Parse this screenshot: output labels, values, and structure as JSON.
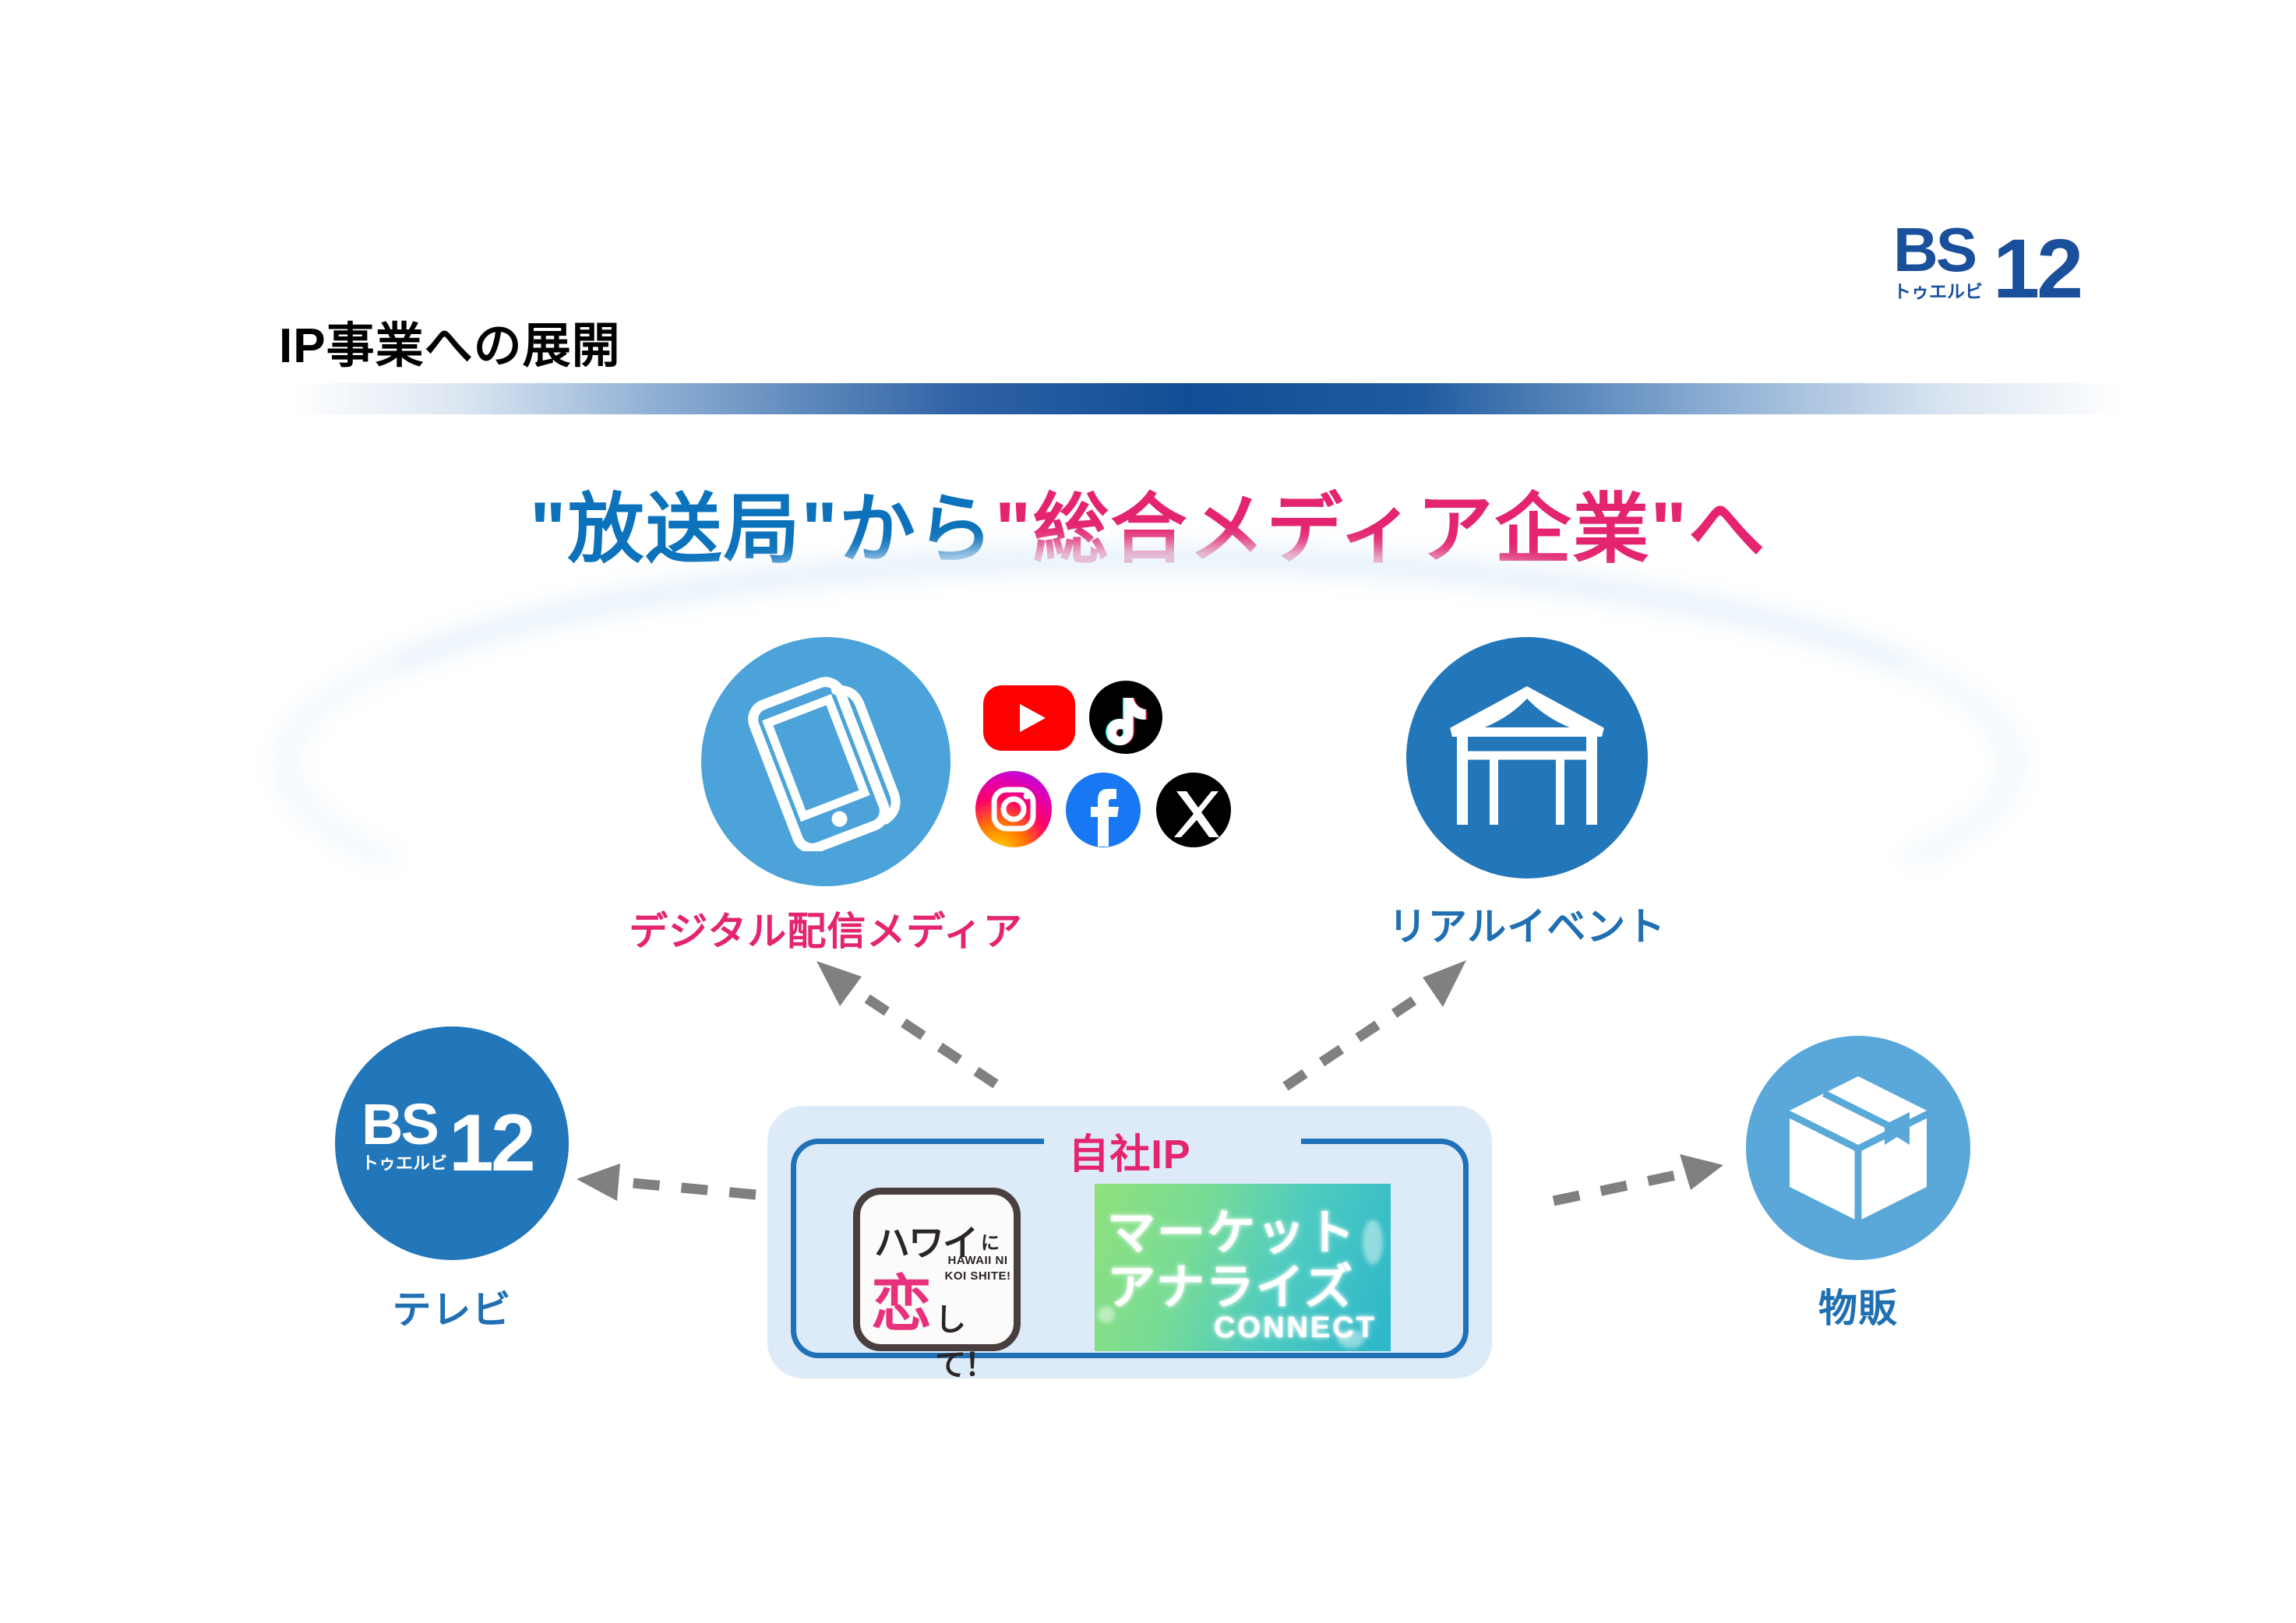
{
  "brand": {
    "logo_main": "BS",
    "logo_number": "12",
    "logo_sub": "トゥエルビ",
    "logo_color": "#1a4f9c"
  },
  "header": {
    "title": "IP事業への展開",
    "title_color": "#000000",
    "rule_color": "#114d96"
  },
  "headline": {
    "part_blue": "\"放送局\"から",
    "part_pink": "\"総合メディア企業\"へ",
    "blue": "#0b72bb",
    "pink": "#e4246f"
  },
  "nodes": {
    "digital": {
      "label": "デジタル配信メディア",
      "label_color": "#e4246f",
      "circle_color": "#4ba3d9",
      "icon": "smartphone-icon"
    },
    "event": {
      "label": "リアルイベント",
      "label_color": "#1f6fb2",
      "circle_color": "#2276ba",
      "icon": "tent-icon"
    },
    "tv": {
      "label": "テレビ",
      "label_color": "#1f6fb2",
      "circle_color": "#2276ba",
      "icon": "bs12-logo-icon",
      "logo_main": "BS",
      "logo_number": "12",
      "logo_sub": "トゥエルビ"
    },
    "goods": {
      "label": "物販",
      "label_color": "#1f6fb2",
      "circle_color": "#5aa8da",
      "icon": "package-box-icon"
    }
  },
  "social": [
    {
      "name": "youtube-icon",
      "label": "YouTube",
      "color": "#ff0000"
    },
    {
      "name": "tiktok-icon",
      "label": "TikTok",
      "color": "#000000"
    },
    {
      "name": "instagram-icon",
      "label": "Instagram",
      "color": "#e1306c"
    },
    {
      "name": "facebook-icon",
      "label": "Facebook",
      "color": "#1877f2"
    },
    {
      "name": "x-twitter-icon",
      "label": "X",
      "color": "#000000"
    }
  ],
  "ip_box": {
    "title": "自社IP",
    "title_color": "#e4246f",
    "fill_color": "#ddeaf8",
    "border_color": "#1f72b8",
    "items": [
      {
        "name": "hawaii-ni-koi-shite-logo",
        "line1": "ハワイ",
        "line1_small": "に",
        "kanji": "恋",
        "line2": "して！",
        "romaji_1": "HAWAII NI",
        "romaji_2": "KOI SHITE!"
      },
      {
        "name": "market-analyze-connect-logo",
        "line1": "マーケット",
        "line2": "アナライズ",
        "line3": "CONNECT"
      }
    ]
  },
  "arrows": {
    "color": "#808080",
    "items": [
      {
        "name": "arrow-ip-to-digital",
        "direction": "up-left"
      },
      {
        "name": "arrow-ip-to-event",
        "direction": "up-right"
      },
      {
        "name": "arrow-ip-to-tv",
        "direction": "left"
      },
      {
        "name": "arrow-ip-to-goods",
        "direction": "right"
      }
    ]
  }
}
